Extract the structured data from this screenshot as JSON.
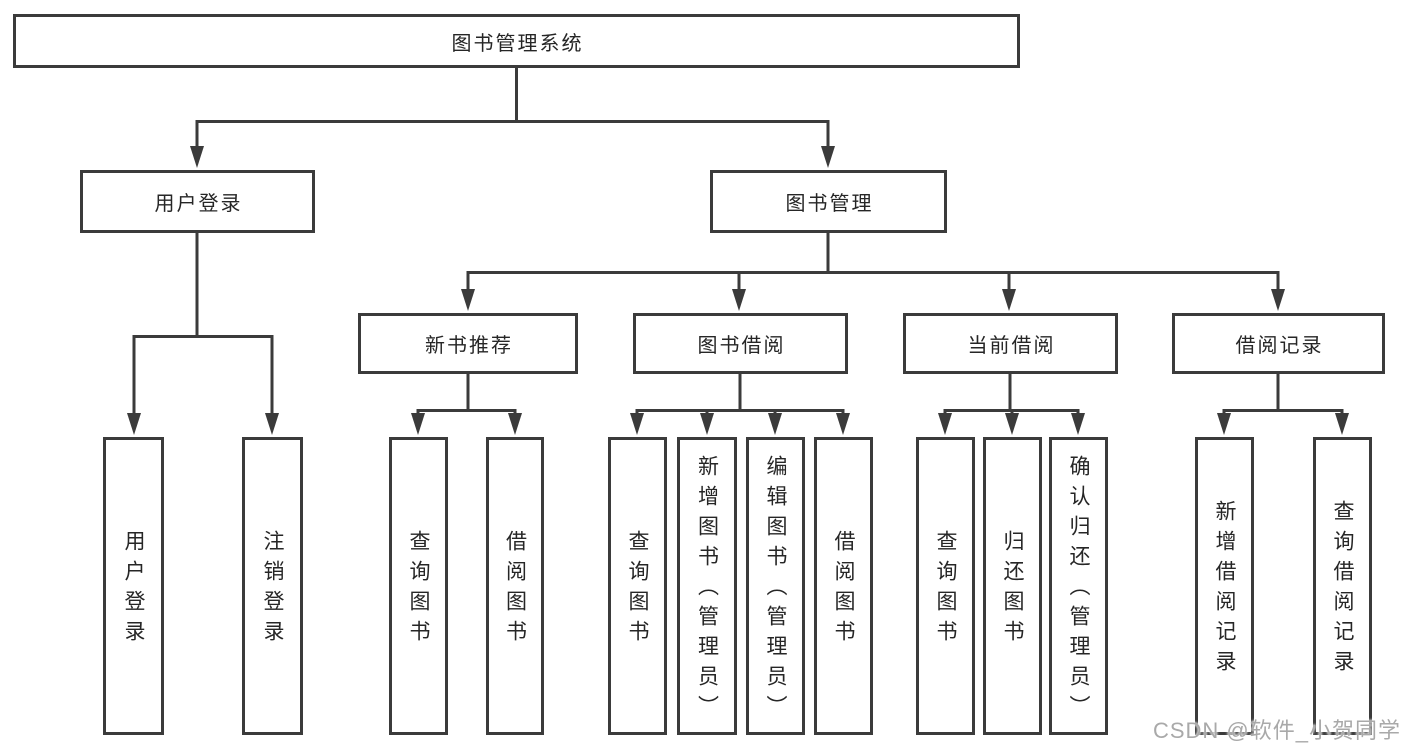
{
  "tree": {
    "root": {
      "label": "图书管理系统"
    },
    "branches": [
      {
        "label": "用户登录",
        "children": [
          {
            "label": "用户登录"
          },
          {
            "label": "注销登录"
          }
        ]
      },
      {
        "label": "图书管理",
        "children": [
          {
            "label": "新书推荐",
            "children": [
              {
                "label": "查询图书"
              },
              {
                "label": "借阅图书"
              }
            ]
          },
          {
            "label": "图书借阅",
            "children": [
              {
                "label": "查询图书"
              },
              {
                "label": "新增图书（管理员）"
              },
              {
                "label": "编辑图书（管理员）"
              },
              {
                "label": "借阅图书"
              }
            ]
          },
          {
            "label": "当前借阅",
            "children": [
              {
                "label": "查询图书"
              },
              {
                "label": "归还图书"
              },
              {
                "label": "确认归还（管理员）"
              }
            ]
          },
          {
            "label": "借阅记录",
            "children": [
              {
                "label": "新增借阅记录"
              },
              {
                "label": "查询借阅记录"
              }
            ]
          }
        ]
      }
    ]
  },
  "watermark": {
    "text": "CSDN @软件_小贺同学"
  },
  "colors": {
    "line": "#3b3b3b",
    "text": "#262626",
    "box_background": "#ffffff",
    "page_background": "#ffffff",
    "watermark": "#a9a9a9"
  }
}
